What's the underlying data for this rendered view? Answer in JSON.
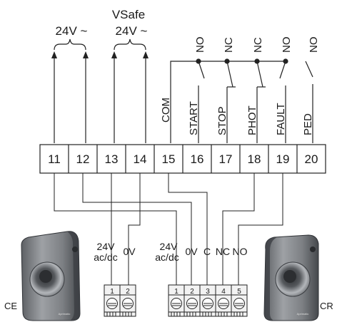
{
  "supply_labels": {
    "vsafe": "VSafe",
    "left_voltage": "24V ~",
    "right_voltage": "24V ~"
  },
  "terminals": [
    "11",
    "12",
    "13",
    "14",
    "15",
    "16",
    "17",
    "18",
    "19",
    "20"
  ],
  "contact_types": [
    "NO",
    "NC",
    "NC",
    "NO",
    "NO"
  ],
  "signal_labels": [
    "COM",
    "START",
    "STOP",
    "PHOT",
    "FAULT",
    "PED"
  ],
  "ce": {
    "name": "CE",
    "supply_label_line1": "24V",
    "supply_label_line2": "ac/dc",
    "zero_v_label": "0V",
    "block_numbers": [
      "1",
      "2"
    ],
    "device_brand": "Aprimatic"
  },
  "cr": {
    "name": "CR",
    "supply_label_line1": "24V",
    "supply_label_line2": "ac/dc",
    "zero_v_label": "0V",
    "c_label": "C",
    "nc_label": "NC",
    "no_label": "NO",
    "block_numbers": [
      "1",
      "2",
      "3",
      "4",
      "5"
    ],
    "device_brand": "Aprimatic"
  },
  "colors": {
    "line": "#222222",
    "device_body": "#8a8d91",
    "device_dark": "#3c3f43",
    "lens": "#a6a9ad"
  }
}
